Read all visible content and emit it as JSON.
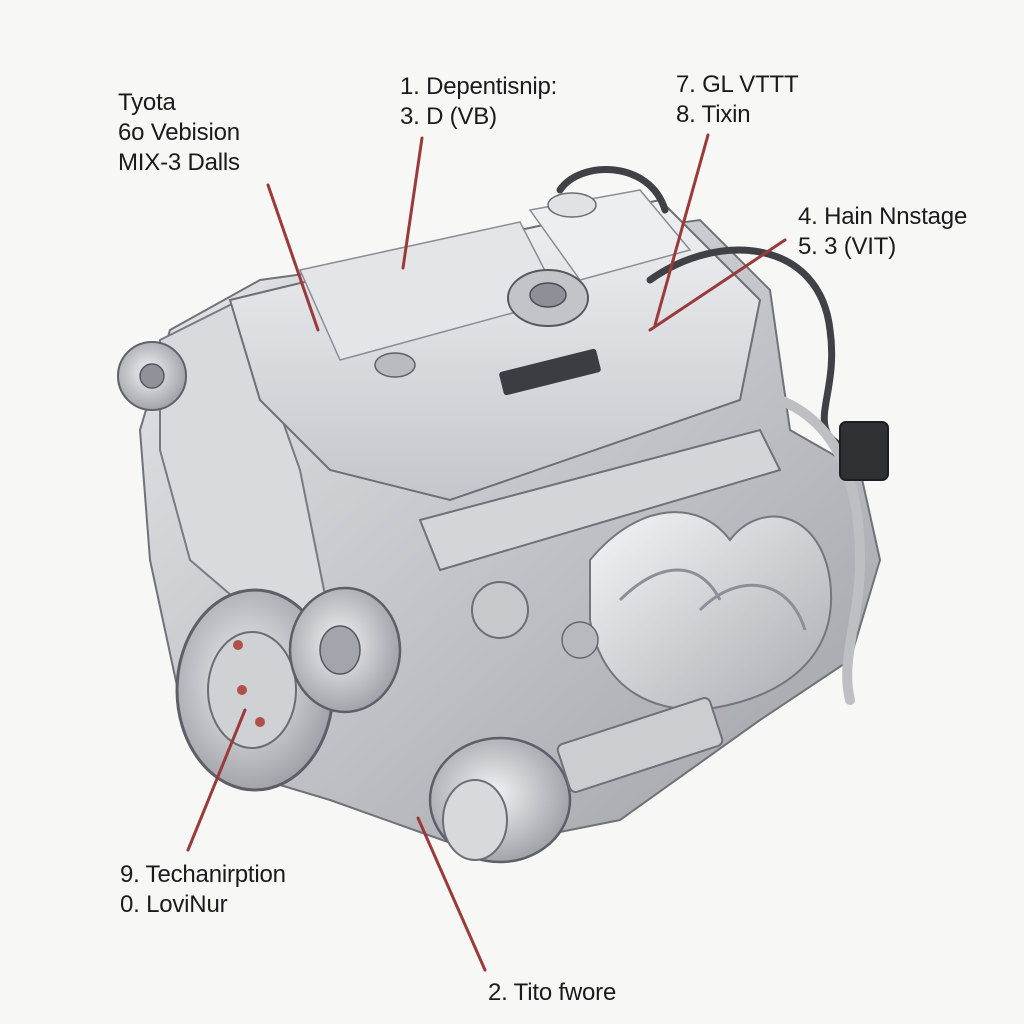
{
  "labels": {
    "top_left": {
      "line1": "Tyota",
      "line2": "6o Vebision",
      "line3": "MIX-3 Dalls"
    },
    "top_center": {
      "line1": "1. Depentisnip:",
      "line2": "3. D (VB)"
    },
    "top_right": {
      "line1": "7. GL VTTT",
      "line2": "8. Tixin"
    },
    "right": {
      "line1": "4. Hain Nnstage",
      "line2": "5. 3 (VIT)"
    },
    "bottom_left": {
      "line1": "9. Techanirption",
      "line2": "0. LoviNur"
    },
    "bottom_center": {
      "line1": "2. Tito fwore"
    }
  },
  "colors": {
    "leader_line": "#9b3a3a",
    "engine_light": "#e9eaec",
    "engine_mid": "#c9cbcf",
    "engine_dark": "#7d8086",
    "background": "#f7f7f5"
  }
}
